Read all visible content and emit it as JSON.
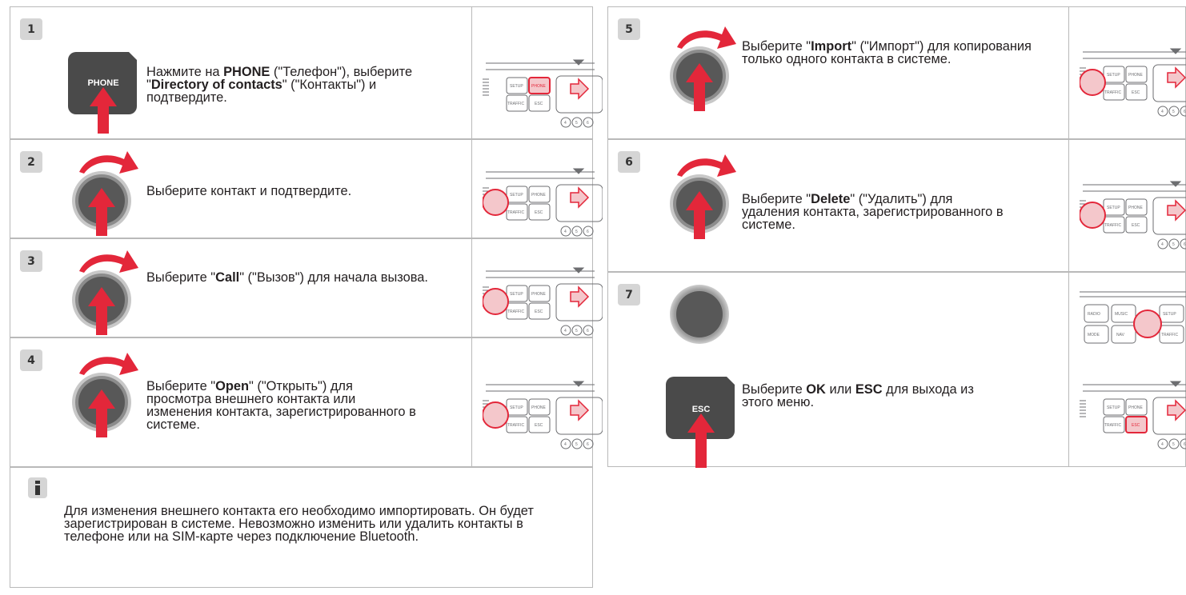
{
  "steps": [
    {
      "num": "1",
      "parts": [
        {
          "t": "Нажмите на "
        },
        {
          "b": "PHONE"
        },
        {
          "t": " (\"Телефон\"), выберите \""
        },
        {
          "b": "Directory of contacts"
        },
        {
          "t": "\" (\"Контакты\") и подтвердите."
        }
      ]
    },
    {
      "num": "2",
      "parts": [
        {
          "t": "Выберите контакт и подтвердите."
        }
      ]
    },
    {
      "num": "3",
      "parts": [
        {
          "t": "Выберите \""
        },
        {
          "b": "Call"
        },
        {
          "t": "\" (\"Вызов\") для начала вызова."
        }
      ]
    },
    {
      "num": "4",
      "parts": [
        {
          "t": "Выберите \""
        },
        {
          "b": "Open"
        },
        {
          "t": "\" (\"Открыть\") для просмотра внешнего контакта или изменения контакта, зарегистрированного в системе."
        }
      ]
    },
    {
      "num": "5",
      "parts": [
        {
          "t": "Выберите \""
        },
        {
          "b": "Import"
        },
        {
          "t": "\" (\"Импорт\") для копирования только одного контакта в системе."
        }
      ]
    },
    {
      "num": "6",
      "parts": [
        {
          "t": "Выберите \""
        },
        {
          "b": "Delete"
        },
        {
          "t": "\" (\"Удалить\") для удаления контакта, зарегистрированного в системе."
        }
      ]
    },
    {
      "num": "7",
      "parts": [
        {
          "t": "Выберите "
        },
        {
          "b": "OK"
        },
        {
          "t": " или "
        },
        {
          "b": "ESC"
        },
        {
          "t": " для выхода из этого меню."
        }
      ]
    }
  ],
  "info": {
    "icon": "info-icon",
    "text": "Для изменения внешнего контакта его необходимо импортировать. Он будет зарегистрирован в системе. Невозможно изменить или удалить контакты в телефоне или на SIM-карте через подключение Bluetooth."
  },
  "keys": {
    "phone": "PHONE",
    "esc": "ESC"
  },
  "panel_labels": {
    "setup": "SETUP",
    "phone": "PHONE",
    "traffic": "TRAFFIC",
    "esc": "ESC",
    "radio": "RADIO",
    "music": "MUSIC",
    "mode": "MODE",
    "nav": "NAV",
    "n4": "4",
    "n5": "5",
    "n6": "6"
  },
  "colors": {
    "accent": "#e3273a",
    "border": "#b9b9b9",
    "badge": "#d5d5d5",
    "knob": "#555555"
  }
}
